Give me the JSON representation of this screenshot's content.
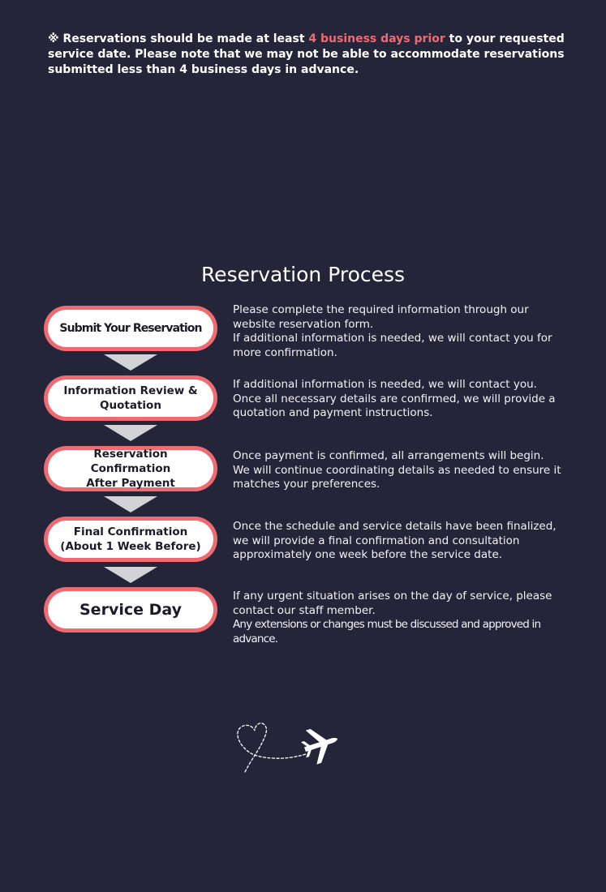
{
  "notice": {
    "prefix": "※ Reservations should be made at least ",
    "highlight": "4 business days prior",
    "suffix": " to your requested service date. Please note that we may not be able to accommodate reservations submitted less than 4 business days in advance.",
    "highlight_color": "#f06a72"
  },
  "process": {
    "title": "Reservation Process",
    "steps": [
      {
        "label": "Submit Your Reservation",
        "desc": [
          "Please complete the required information through our website reservation form.",
          "If additional information is needed, we will contact you for more confirmation."
        ]
      },
      {
        "label_line1": "Information Review &",
        "label_line2": "Quotation",
        "desc": [
          "If additional information is needed, we will contact you.",
          "Once all necessary details are confirmed, we will provide a quotation and payment instructions."
        ]
      },
      {
        "label_line1": "Reservation Confirmation",
        "label_line2": "After Payment",
        "desc": [
          "Once payment is confirmed, all arrangements will begin.",
          "We will continue coordinating details as needed to ensure it matches your preferences."
        ]
      },
      {
        "label_line1": "Final Confirmation",
        "label_line2": "(About 1 Week Before)",
        "desc": [
          "Once the schedule and service details have been finalized, we will provide a final confirmation and consultation approximately one week before the service date."
        ]
      },
      {
        "label": "Service Day",
        "desc": [
          "If any urgent situation arises on the day of service, please contact our staff member.",
          "Any extensions or changes must be discussed and approved in advance."
        ]
      }
    ]
  },
  "colors": {
    "background": "#25253a",
    "accent": "#f06a72",
    "arrow": "#d2d2d7"
  },
  "icons": {
    "decoration": "heart-trail-airplane-icon"
  }
}
